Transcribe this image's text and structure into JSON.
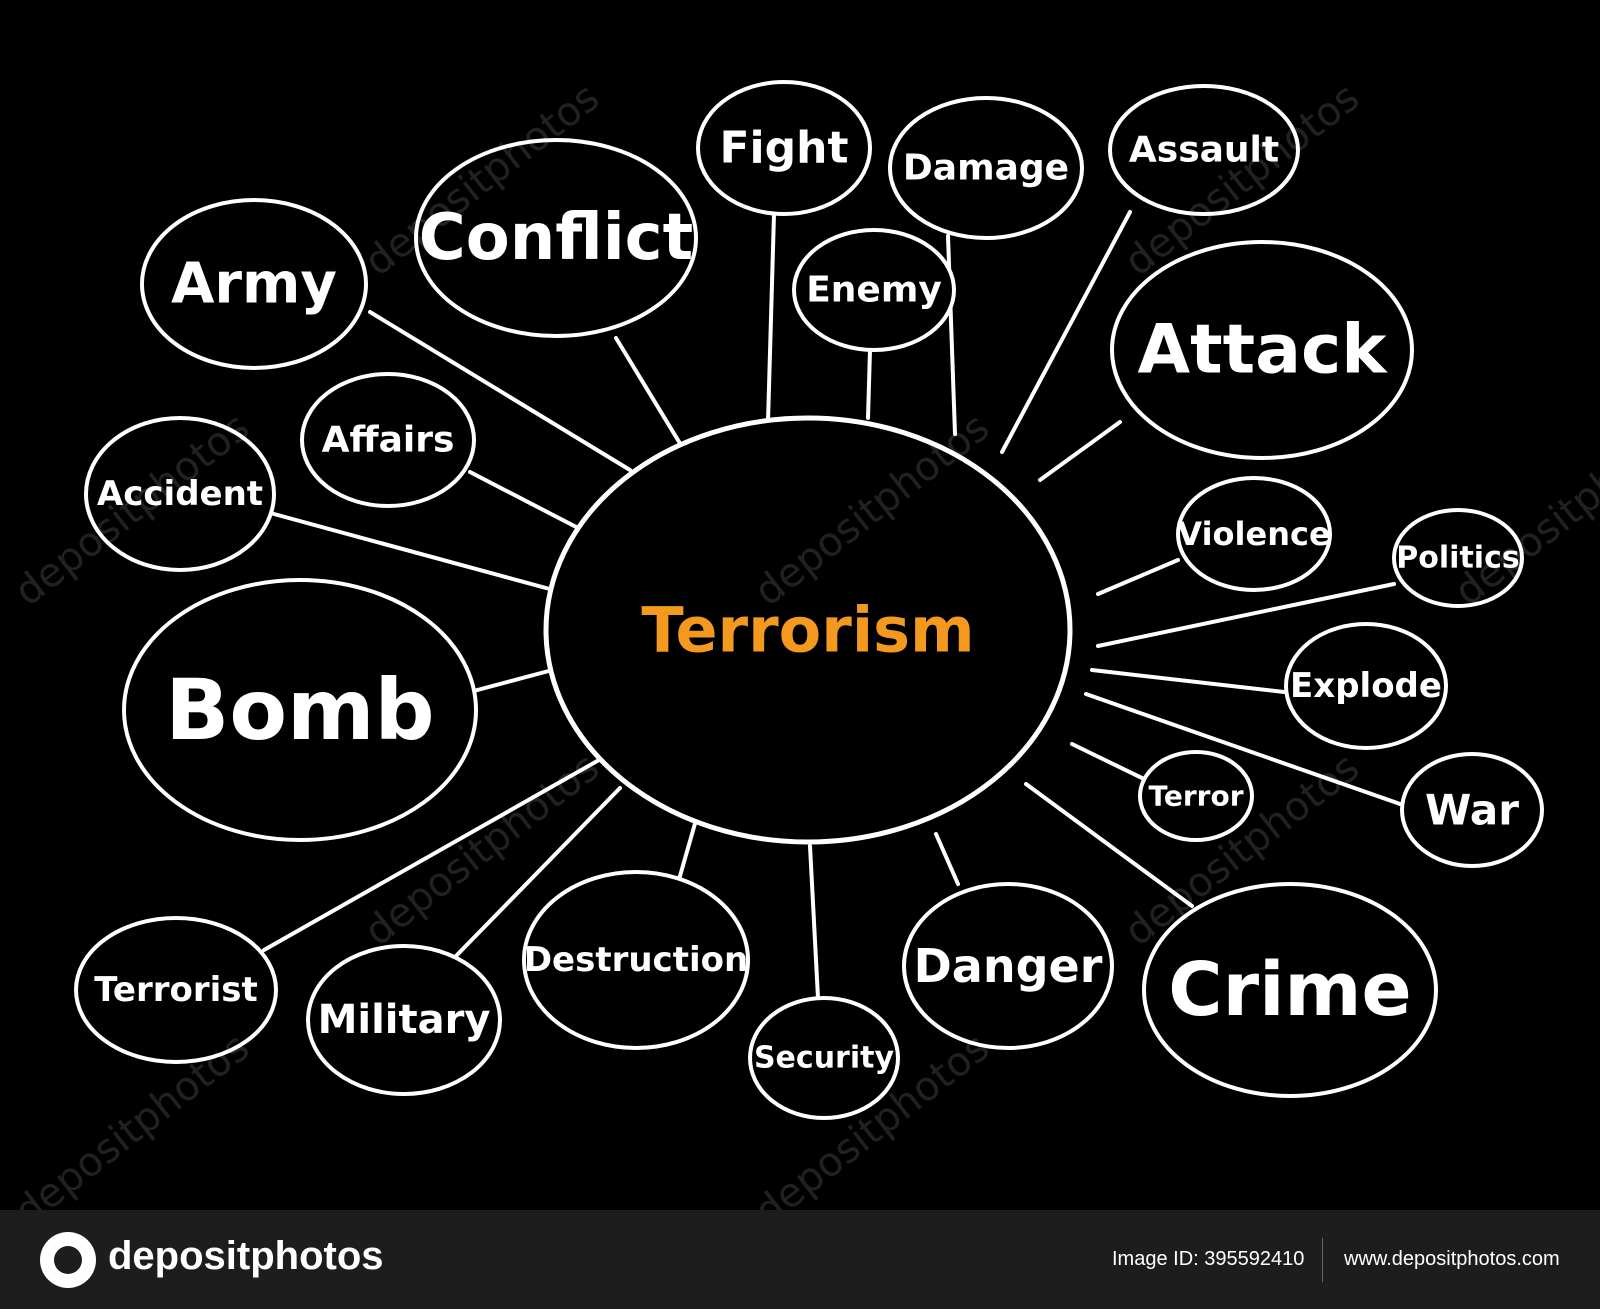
{
  "diagram": {
    "center": {
      "label": "Terrorism",
      "color": "#f39a1e"
    },
    "nodes": [
      "Army",
      "Conflict",
      "Fight",
      "Damage",
      "Assault",
      "Enemy",
      "Attack",
      "Affairs",
      "Accident",
      "Violence",
      "Politics",
      "Bomb",
      "Explode",
      "Terror",
      "War",
      "Terrorist",
      "Military",
      "Destruction",
      "Security",
      "Danger",
      "Crime"
    ]
  },
  "watermark": "depositphotos",
  "footer": {
    "brand": "depositphotos",
    "image_id": "Image ID: 395592410",
    "website": "www.depositphotos.com"
  }
}
